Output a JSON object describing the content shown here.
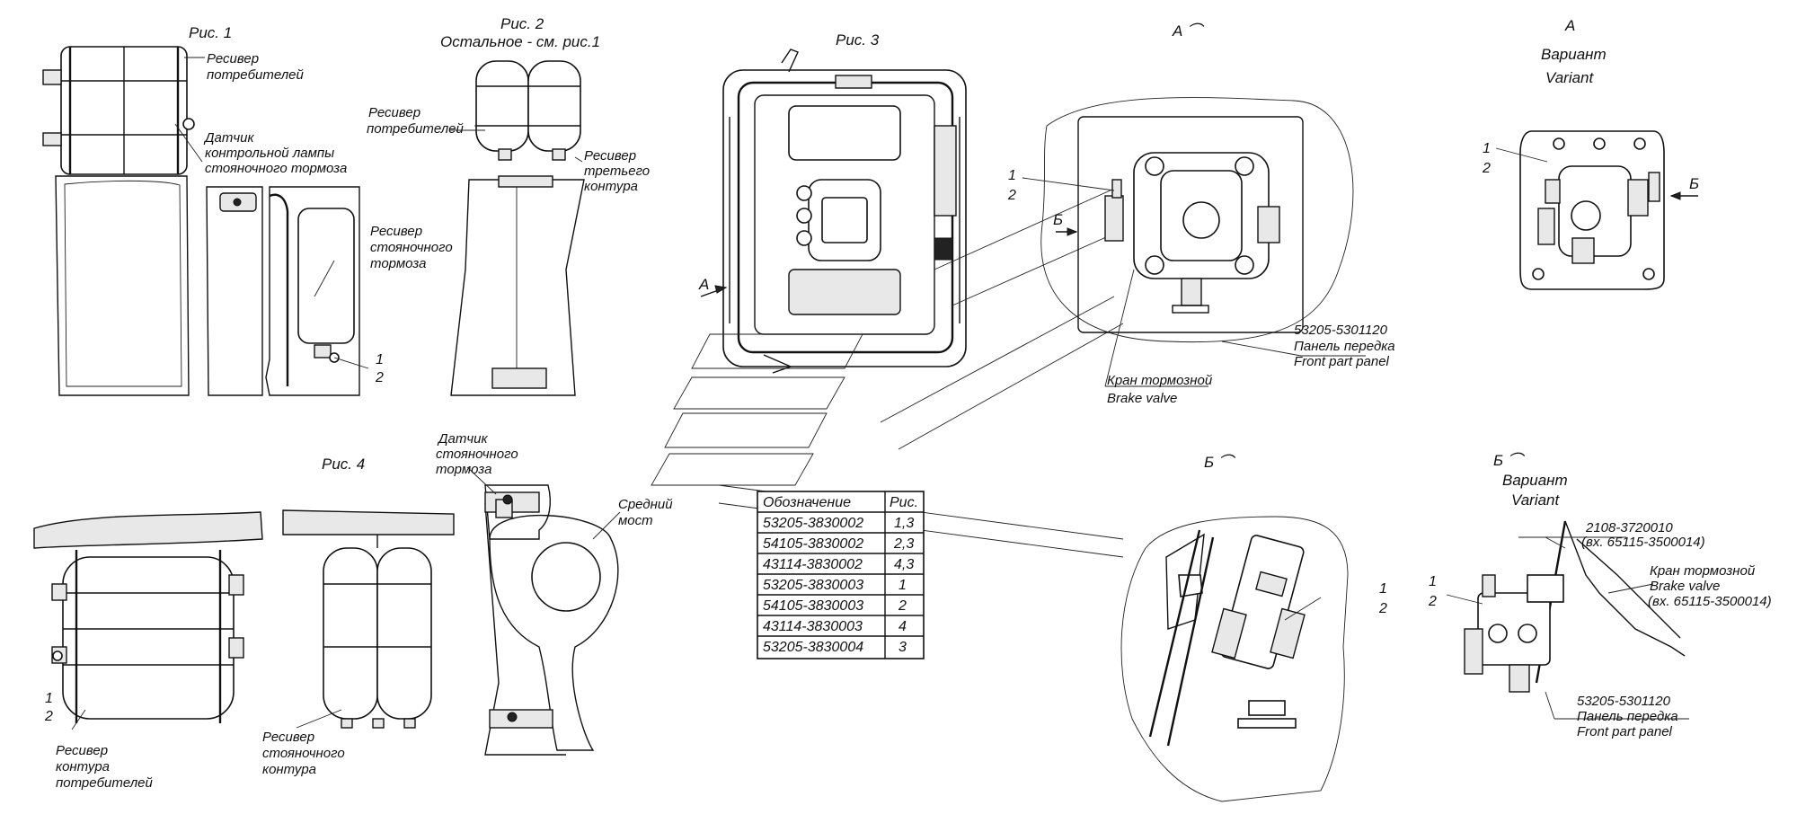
{
  "figures": {
    "fig1": {
      "title": "Рис. 1",
      "consumer_receiver": [
        "Ресивер",
        "потребителей"
      ],
      "lamp_sensor": [
        "Датчик",
        "контрольной лампы",
        "стояночного тормоза"
      ],
      "parking_receiver": [
        "Ресивер",
        "стояночного",
        "тормоза"
      ],
      "callout_1": "1",
      "callout_2": "2"
    },
    "fig2": {
      "title_line1": "Рис. 2",
      "title_line2": "Остальное - см. рис.1",
      "consumer_receiver": [
        "Ресивер",
        "потребителей"
      ],
      "third_circuit_receiver": [
        "Ресивер",
        "третьего",
        "контура"
      ]
    },
    "fig3": {
      "title": "Рис. 3",
      "view_arrow": "А"
    },
    "fig4": {
      "title": "Рис. 4",
      "parking_sensor": [
        "Датчик",
        "стояночного",
        "тормоза"
      ],
      "middle_axle": [
        "Средний",
        "мост"
      ],
      "consumer_circuit_receiver": [
        "Ресивер",
        "контура",
        "потребителей"
      ],
      "parking_circuit_receiver": [
        "Ресивер",
        "стояночного",
        "контура"
      ],
      "callout_1": "1",
      "callout_2": "2"
    },
    "viewA": {
      "title": "А ⌒",
      "callout_1": "1",
      "callout_2": "2",
      "arrow_b": "Б",
      "panel_code": "53205-5301120",
      "panel_ru": "Панель передка",
      "panel_en": "Front part panel",
      "valve_ru": "Кран тормозной",
      "valve_en": "Brake valve"
    },
    "viewA_variant": {
      "title": "А",
      "variant_ru": "Вариант",
      "variant_en": "Variant",
      "callout_1": "1",
      "callout_2": "2",
      "arrow_b": "Б"
    },
    "viewB": {
      "title": "Б ⌒",
      "callout_1": "1",
      "callout_2": "2"
    },
    "viewB_variant": {
      "title": "Б ⌒",
      "variant_ru": "Вариант",
      "variant_en": "Variant",
      "part_code": "2108-3720010",
      "part_ref": "(вх. 65115-3500014)",
      "valve_ru": "Кран тормозной",
      "valve_en": "Brake valve",
      "valve_ref": "(вх. 65115-3500014)",
      "panel_code": "53205-5301120",
      "panel_ru": "Панель передка",
      "panel_en": "Front part panel",
      "callout_1": "1",
      "callout_2": "2"
    }
  },
  "table": {
    "headers": [
      "Обозначение",
      "Рис."
    ],
    "rows": [
      [
        "53205-3830002",
        "1,3"
      ],
      [
        "54105-3830002",
        "2,3"
      ],
      [
        "43114-3830002",
        "4,3"
      ],
      [
        "53205-3830003",
        "1"
      ],
      [
        "54105-3830003",
        "2"
      ],
      [
        "43114-3830003",
        "4"
      ],
      [
        "53205-3830004",
        "3"
      ]
    ]
  }
}
